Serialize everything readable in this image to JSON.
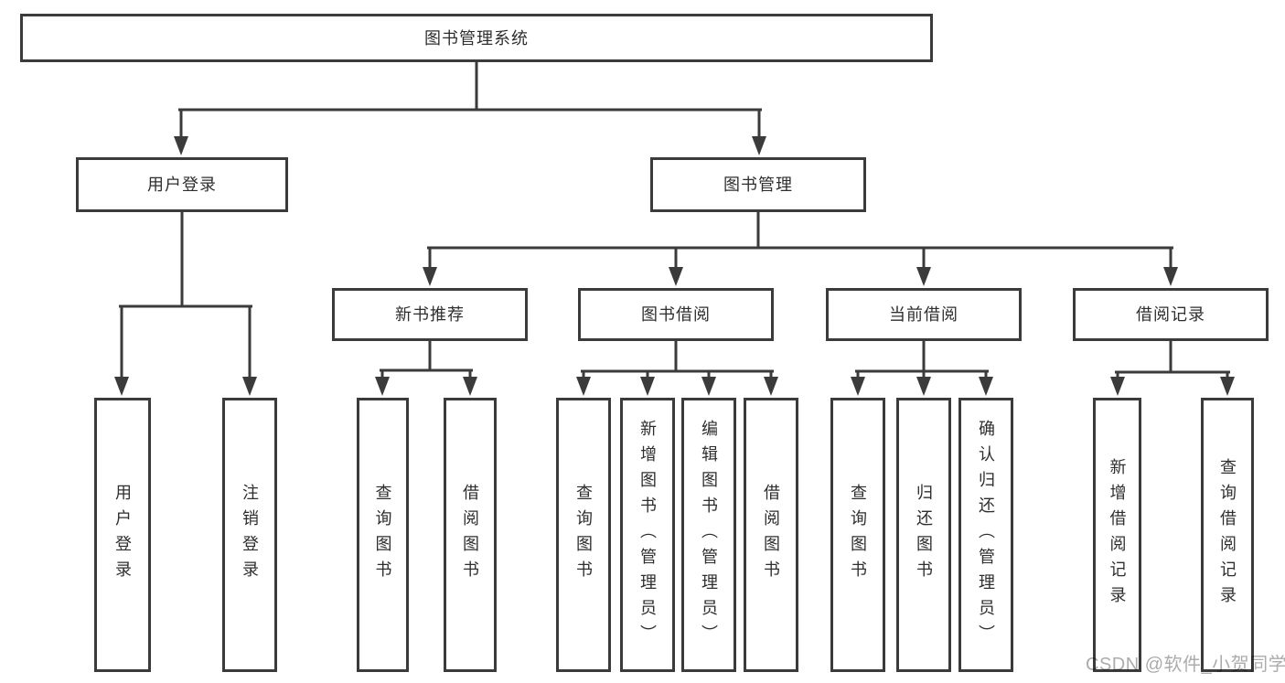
{
  "diagram": {
    "title": "图书管理系统",
    "nodes": {
      "root": "图书管理系统",
      "user_login": "用户登录",
      "book_mgmt": "图书管理",
      "recommend": "新书推荐",
      "borrow": "图书借阅",
      "current": "当前借阅",
      "records": "借阅记录",
      "leaves": {
        "login": [
          "用户登录",
          "注销登录"
        ],
        "recommend": [
          "查询图书",
          "借阅图书"
        ],
        "borrow": [
          "查询图书",
          "新增图书（管理员）",
          "编辑图书（管理员）",
          "借阅图书"
        ],
        "current": [
          "查询图书",
          "归还图书",
          "确认归还（管理员）"
        ],
        "records": [
          "新增借阅记录",
          "查询借阅记录"
        ]
      }
    },
    "hierarchy": [
      {
        "parent": "图书管理系统",
        "children": [
          "用户登录",
          "图书管理"
        ]
      },
      {
        "parent": "用户登录",
        "children": [
          "用户登录",
          "注销登录"
        ]
      },
      {
        "parent": "图书管理",
        "children": [
          "新书推荐",
          "图书借阅",
          "当前借阅",
          "借阅记录"
        ]
      },
      {
        "parent": "新书推荐",
        "children": [
          "查询图书",
          "借阅图书"
        ]
      },
      {
        "parent": "图书借阅",
        "children": [
          "查询图书",
          "新增图书（管理员）",
          "编辑图书（管理员）",
          "借阅图书"
        ]
      },
      {
        "parent": "当前借阅",
        "children": [
          "查询图书",
          "归还图书",
          "确认归还（管理员）"
        ]
      },
      {
        "parent": "借阅记录",
        "children": [
          "新增借阅记录",
          "查询借阅记录"
        ]
      }
    ]
  },
  "watermark": {
    "text": "CSDN @软件_小贺同学"
  },
  "colors": {
    "line": "#3b3b3b",
    "text": "#2e2e2e",
    "watermark": "#acacac",
    "background": "#ffffff"
  }
}
